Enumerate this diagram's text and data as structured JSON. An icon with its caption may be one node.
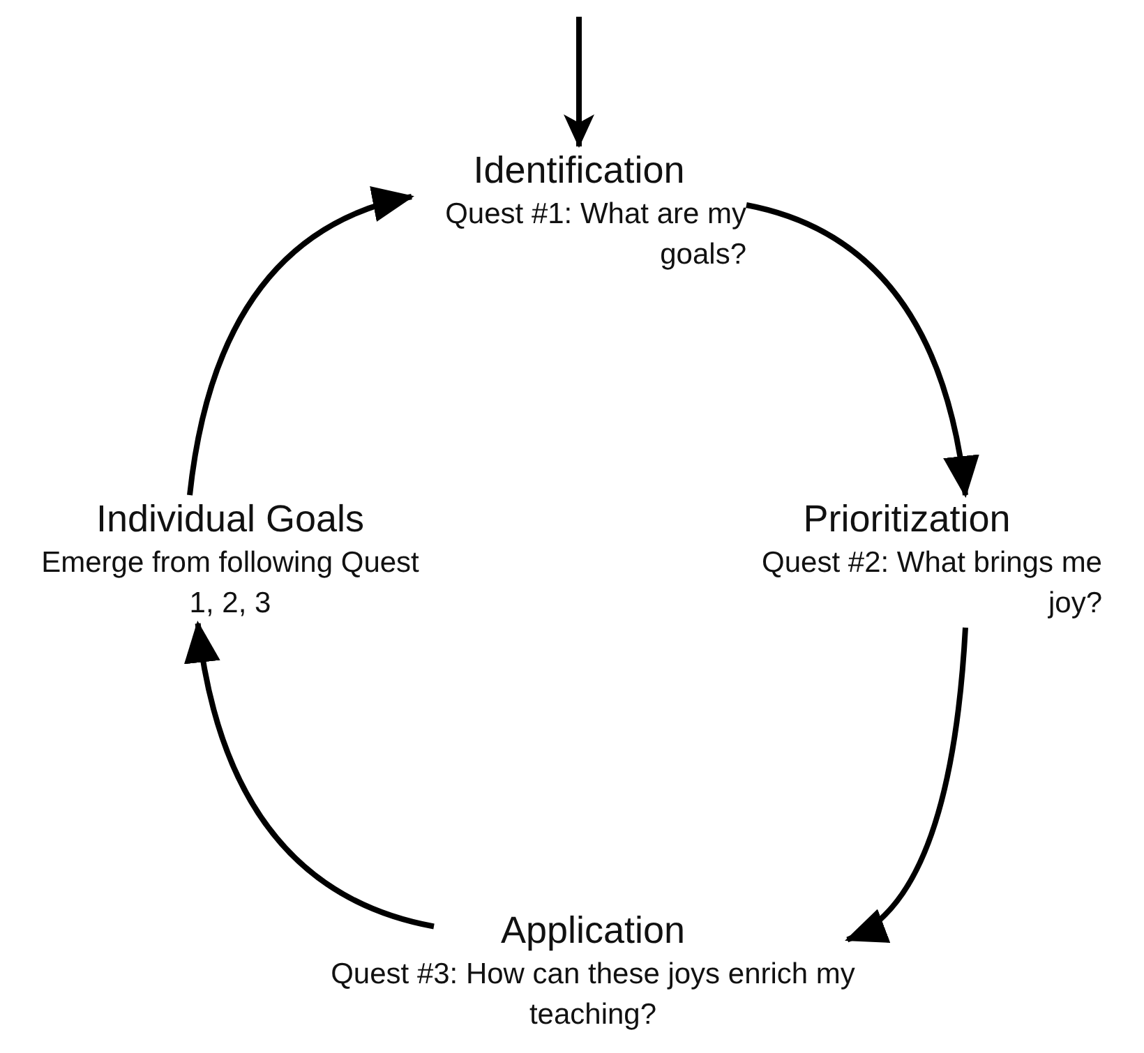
{
  "diagram": {
    "nodes": [
      {
        "text": [
          "Identification",
          "Quest #1: What are my goals?"
        ]
      },
      {
        "text": [
          "Prioritization",
          "Quest #2: What brings me joy?"
        ]
      },
      {
        "text": [
          "Application",
          "Quest #3: How can these joys enrich my teaching?"
        ]
      },
      {
        "text": [
          "Individual Goals",
          "Emerge from following Quest 1, 2, 3"
        ]
      }
    ],
    "edges": [
      {
        "from": null,
        "to": 0,
        "arrow": "to"
      },
      {
        "from": 0,
        "to": 1,
        "arrow": "to"
      },
      {
        "from": 1,
        "to": 2,
        "arrow": "to"
      },
      {
        "from": 2,
        "to": 3,
        "arrow": "to"
      },
      {
        "from": 3,
        "to": 0,
        "arrow": "to"
      }
    ]
  }
}
